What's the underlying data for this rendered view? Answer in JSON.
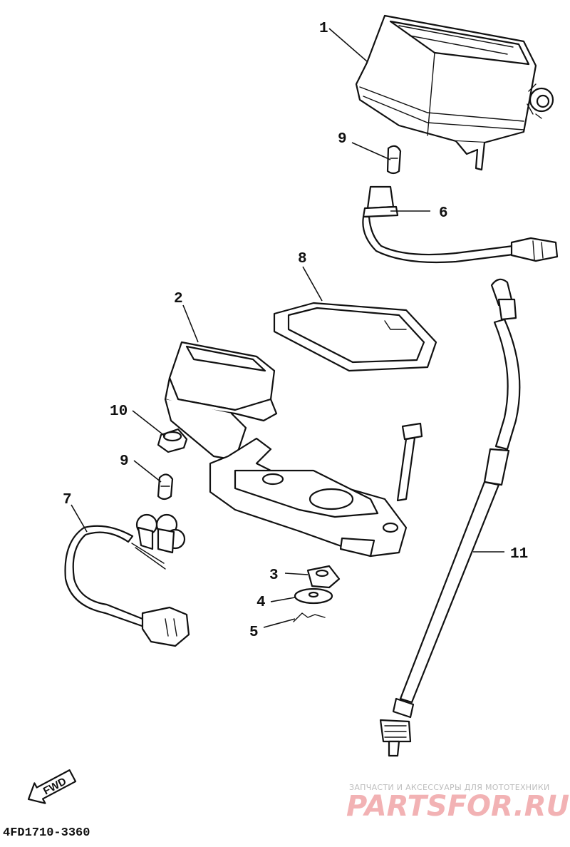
{
  "diagram": {
    "callouts": {
      "c1": "1",
      "c2": "2",
      "c3": "3",
      "c4": "4",
      "c5": "5",
      "c6": "6",
      "c7": "7",
      "c8": "8",
      "c9_top": "9",
      "c9_mid": "9",
      "c10": "10",
      "c11": "11"
    },
    "fwd_label": "FWD",
    "diagram_code": "4FD1710-3360"
  },
  "watermark": {
    "tagline": "ЗАПЧАСТИ И АКСЕССУАРЫ ДЛЯ МОТОТЕХНИКИ",
    "brand": "PARTSFOR.RU"
  }
}
